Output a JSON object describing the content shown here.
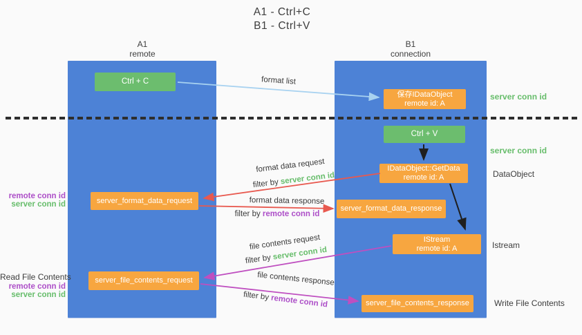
{
  "title": {
    "line1": "A1 - Ctrl+C",
    "line2": "B1 - Ctrl+V"
  },
  "lanes": {
    "left": {
      "name": "A1",
      "sub": "remote"
    },
    "right": {
      "name": "B1",
      "sub": "connection"
    }
  },
  "boxes": {
    "ctrl_c": "Ctrl + C",
    "ctrl_v": "Ctrl + V",
    "save_dataobject": {
      "line1": "保存IDataObject",
      "line2": "remote id: A"
    },
    "getdata": {
      "line1": "IDataObject::GetData",
      "line2": "remote id: A"
    },
    "istream": {
      "line1": "IStream",
      "line2": "remote id: A"
    },
    "format_request": "server_format_data_request",
    "format_response": "server_format_data_response",
    "file_request": "server_file_contents_request",
    "file_response": "server_file_contents_response"
  },
  "flow_labels": {
    "format_list": "format list",
    "format_data_request": "format data request",
    "format_data_response": "format data response",
    "file_contents_request": "file contents request",
    "file_contents_response": "file contents response",
    "filter_by": "filter by ",
    "server_conn_id": "server conn id",
    "remote_conn_id": "remote conn id"
  },
  "right_annotations": {
    "server_conn_id_top": "server conn id",
    "server_conn_id_mid": "server conn id",
    "dataobject": "DataObject",
    "istream": "Istream",
    "write_file_contents": "Write File Contents"
  },
  "left_annotations": {
    "format": {
      "remote": "remote conn id",
      "server": "server conn id"
    },
    "file": {
      "title": "Read File Contents",
      "remote": "remote conn id",
      "server": "server conn id"
    }
  },
  "colors": {
    "lane_blue": "#4d82d6",
    "box_green": "#6cbd6e",
    "box_orange": "#f7a640",
    "arrow_light_blue": "#a8d2f0",
    "arrow_red": "#e8594f",
    "arrow_magenta": "#bf4fc0",
    "arrow_black": "#1f1f1f",
    "label_green": "#67bd6b",
    "label_purple": "#ad4fc8"
  }
}
